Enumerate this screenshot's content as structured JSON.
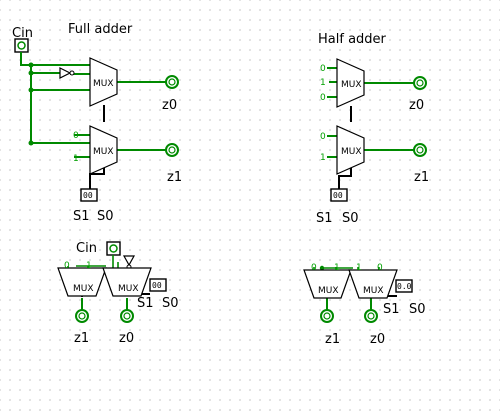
{
  "titles": {
    "full_adder": "Full adder",
    "half_adder": "Half adder"
  },
  "labels": {
    "cin": "Cin",
    "cin_bottom": "Cin",
    "mux": "MUX",
    "z0": "z0",
    "z1": "z1",
    "s1": "S1",
    "s0": "S0",
    "const_0": "0",
    "const_1": "1",
    "select_value": "00",
    "select_value_dotted": "0.0",
    "led_value": "0"
  },
  "colors": {
    "wire": "#008a00",
    "constant": "#00a000",
    "grid_dot": "#9a9a9a"
  }
}
